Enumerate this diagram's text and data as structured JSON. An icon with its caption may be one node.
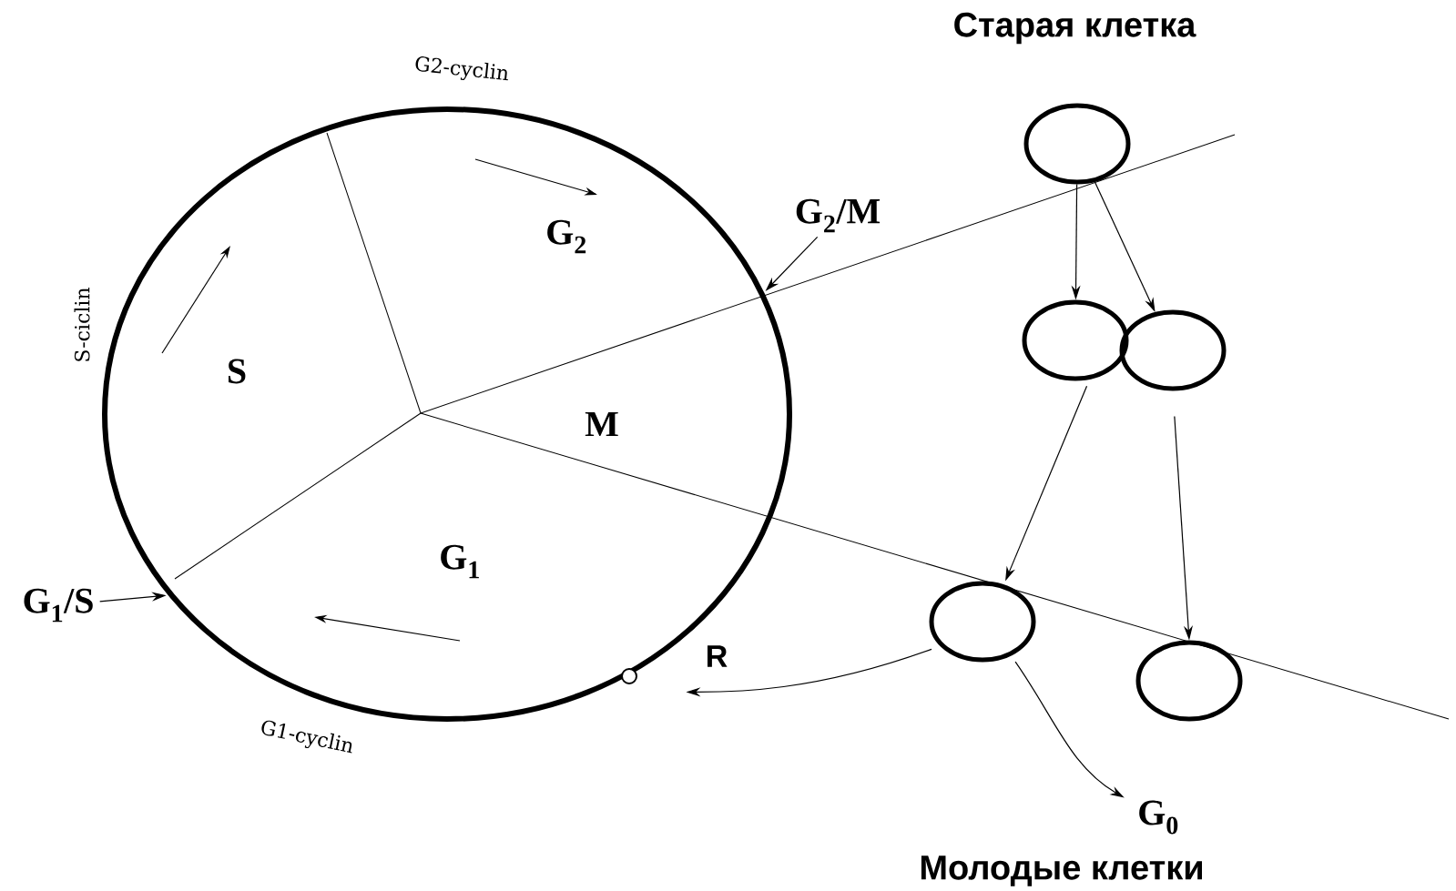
{
  "diagram": {
    "nodes": [
      {
        "text": [],
        "shape": "circle"
      },
      {
        "text": [],
        "shape": "circle",
        "beside": [
          "Старая клетка"
        ]
      },
      {
        "text": [],
        "shape": "circle"
      },
      {
        "text": [],
        "shape": "circle"
      },
      {
        "text": [],
        "shape": "circle"
      },
      {
        "text": [],
        "shape": "circle"
      },
      {
        "text": [
          "G$_{1}$/S"
        ]
      },
      {
        "text": [
          "G$_{2}$/M"
        ]
      },
      {
        "text": [
          "G$_{0}$"
        ]
      }
    ],
    "edges": [
      {
        "from": 1,
        "to": 2,
        "arrow": "to"
      },
      {
        "from": 1,
        "to": 3,
        "arrow": "to"
      },
      {
        "from": 2,
        "to": 4,
        "arrow": "to"
      },
      {
        "from": 3,
        "to": 5,
        "arrow": "to"
      },
      {
        "from": 6,
        "to": 0,
        "arrow": "to"
      },
      {
        "from": 7,
        "to": 0,
        "arrow": "to"
      },
      {
        "from": 4,
        "to": 0,
        "arrow": "to"
      },
      {
        "from": 4,
        "to": 8,
        "arrow": "to"
      }
    ],
    "labels": [
      "G2-cyclin",
      "S-ciclin",
      "G$_{2}$",
      "S",
      "M",
      "G$_{1}$",
      "R",
      "G1-cyclin",
      "Молодые клетки"
    ]
  }
}
